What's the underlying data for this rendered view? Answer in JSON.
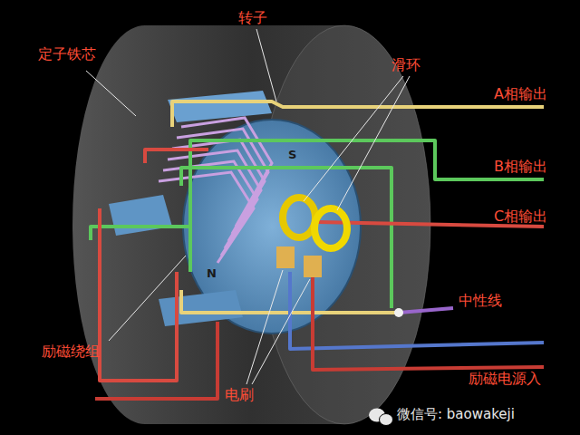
{
  "diagram": {
    "labels": [
      "定子铁芯",
      "转子",
      "滑环",
      "A相输出",
      "B相输出",
      "C相输出",
      "中性线",
      "励磁绕组",
      "电刷",
      "励磁电源入",
      "S",
      "N",
      "微信号: baowakeji"
    ]
  }
}
